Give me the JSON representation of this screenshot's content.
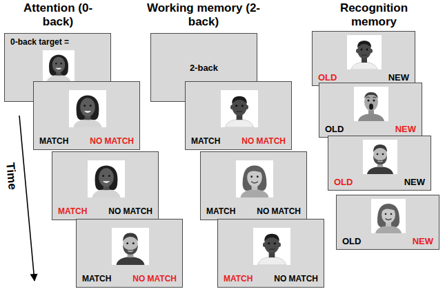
{
  "diagram": {
    "nodes": [
      {
        "text": [
          "0-back target ="
        ]
      },
      {
        "text": [
          "MATCH",
          "NO MATCH"
        ]
      },
      {
        "text": [
          "MATCH",
          "NO MATCH"
        ]
      },
      {
        "text": [
          "MATCH",
          "NO MATCH"
        ]
      },
      {
        "text": [
          "2-back"
        ]
      },
      {
        "text": [
          "MATCH",
          "NO MATCH"
        ]
      },
      {
        "text": [
          "MATCH",
          "NO MATCH"
        ]
      },
      {
        "text": [
          "MATCH",
          "NO MATCH"
        ]
      },
      {
        "text": [
          "OLD",
          "NEW"
        ]
      },
      {
        "text": [
          "OLD",
          "NEW"
        ]
      },
      {
        "text": [
          "OLD",
          "NEW"
        ]
      },
      {
        "text": [
          "OLD",
          "NEW"
        ]
      }
    ],
    "labels": [
      "Attention (0-back)",
      "Working memory (2-back)",
      "Recognition memory",
      "Time"
    ]
  }
}
